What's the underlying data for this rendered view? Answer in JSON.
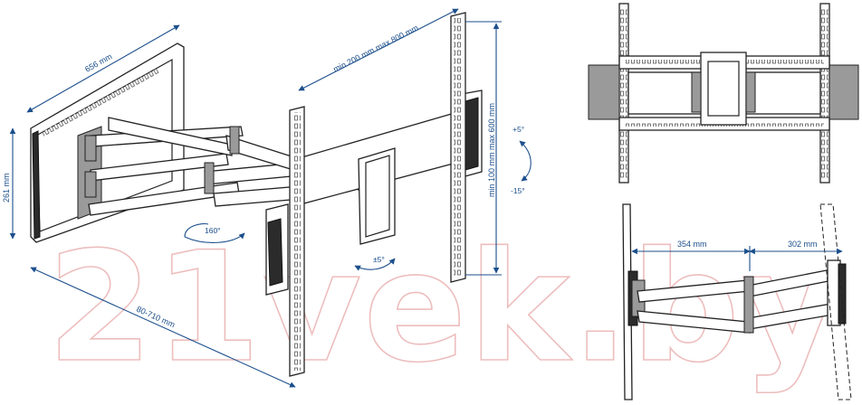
{
  "watermark": "21vek.by",
  "main_view": {
    "dims": {
      "width_656": "656 mm",
      "height_261": "261 mm",
      "depth_80_710": "80-710 mm",
      "horizontal_vesa": "min 200 mm max 800 mm",
      "vertical_vesa": "min 100 mm max 600 mm"
    },
    "angles": {
      "swivel": "160°",
      "rotation": "±5°",
      "tilt_up": "+5°",
      "tilt_down": "-15°"
    }
  },
  "side_view": {
    "dims": {
      "d354": "354 mm",
      "d302": "302 mm"
    }
  }
}
